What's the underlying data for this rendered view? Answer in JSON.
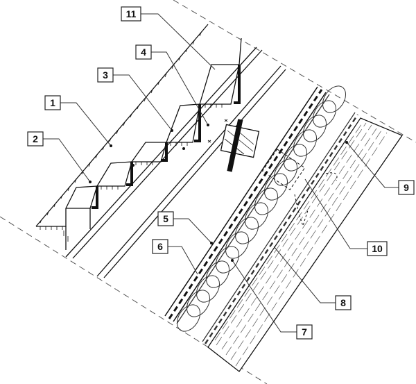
{
  "callouts": [
    {
      "id": "1",
      "label": "1"
    },
    {
      "id": "2",
      "label": "2"
    },
    {
      "id": "3",
      "label": "3"
    },
    {
      "id": "4",
      "label": "4"
    },
    {
      "id": "5",
      "label": "5"
    },
    {
      "id": "6",
      "label": "6"
    },
    {
      "id": "7",
      "label": "7"
    },
    {
      "id": "8",
      "label": "8"
    },
    {
      "id": "9",
      "label": "9"
    },
    {
      "id": "10",
      "label": "10"
    },
    {
      "id": "11",
      "label": "11"
    }
  ],
  "colors": {
    "line": "#111111",
    "hatch": "#555555",
    "insulation": "#333333"
  }
}
